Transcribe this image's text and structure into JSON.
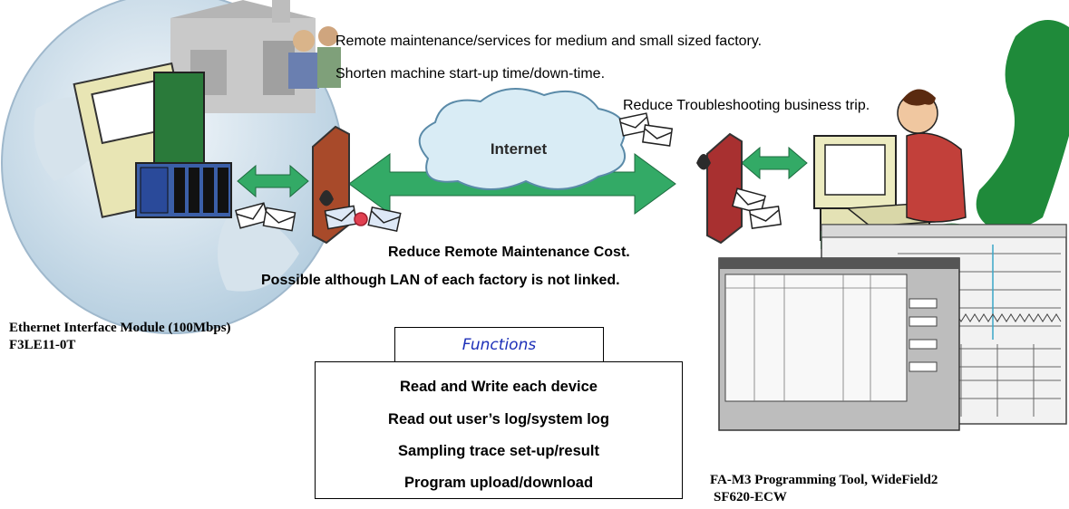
{
  "captions": {
    "remote_maintenance": "Remote maintenance/services for medium and small sized factory.",
    "shorten_time": "Shorten machine start-up time/down-time.",
    "reduce_trip": "Reduce Troubleshooting business trip.",
    "reduce_cost": "Reduce Remote Maintenance Cost.",
    "possible_lan": "Possible although LAN of each factory is not linked."
  },
  "cloud_label": "Internet",
  "ethernet_module": {
    "line1": "Ethernet Interface Module (100Mbps)",
    "line2": "F3LE11-0T"
  },
  "programming_tool": {
    "line1": "FA-M3 Programming Tool,  WideField2",
    "line2": "SF620-ECW"
  },
  "functions": {
    "title": "Functions",
    "items": [
      "Read and Write each device",
      "Read out user’s log/system log",
      "Sampling trace set-up/result",
      "Program upload/download"
    ]
  },
  "colors": {
    "arrow_green": "#33aa66",
    "globe_blue": "#c8dcea",
    "map_green": "#1f8a3a",
    "cloud_fill": "#d9ecf5",
    "functions_title": "#1c2fb8"
  }
}
